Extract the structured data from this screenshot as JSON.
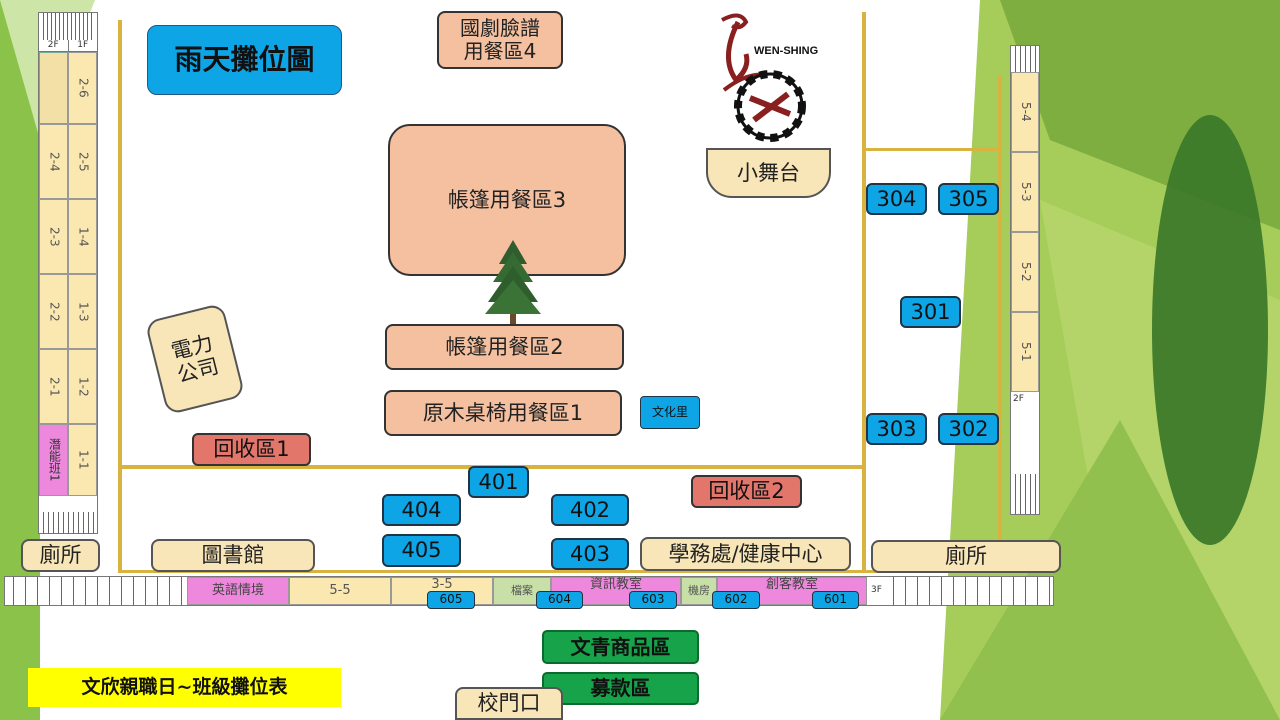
{
  "title": "雨天攤位圖",
  "footer_label": "文欣親職日~班級攤位表",
  "logo": {
    "text": "WEN-SHING"
  },
  "areas": {
    "dining4": "國劇臉譜\n用餐區4",
    "dining3": "帳篷用餐區3",
    "dining2": "帳篷用餐區2",
    "dining1": "原木桌椅用餐區1",
    "stage": "小舞台",
    "power": "電力\n公司",
    "recycle1": "回收區1",
    "recycle2": "回收區2",
    "library": "圖書館",
    "office": "學務處/健康中心",
    "toilet_left": "廁所",
    "toilet_right": "廁所",
    "culture": "文化里",
    "shop": "文青商品區",
    "donate": "募款區",
    "gate": "校門口"
  },
  "booths": {
    "b304": "304",
    "b305": "305",
    "b301": "301",
    "b303": "303",
    "b302": "302",
    "b401": "401",
    "b402": "402",
    "b403": "403",
    "b404": "404",
    "b405": "405",
    "b605": "605",
    "b604": "604",
    "b603": "603",
    "b602": "602",
    "b601": "601"
  },
  "left_building": {
    "floor2": "2F",
    "floor1": "1F",
    "col2F": [
      "",
      "2-4",
      "2-3",
      "2-2",
      "2-1",
      "潛能班1"
    ],
    "col1F": [
      "2-6",
      "2-5",
      "1-4",
      "1-3",
      "1-2",
      "1-1"
    ]
  },
  "right_building": {
    "rooms": [
      "5-4",
      "5-3",
      "5-2",
      "5-1"
    ],
    "floor": "2F"
  },
  "bottom_building": {
    "rooms": [
      "英語情境",
      "5-5",
      "3-5",
      "檔案",
      "資訊教室",
      "機房",
      "創客教室"
    ],
    "floor": "3F"
  },
  "colors": {
    "blue": "#0ea5e6",
    "beige": "#f8e6b8",
    "salmon": "#f4c0a0",
    "green": "#16a34a",
    "yellow": "#ffff00",
    "pink": "#ee88dd",
    "wall": "#d8b33f"
  }
}
